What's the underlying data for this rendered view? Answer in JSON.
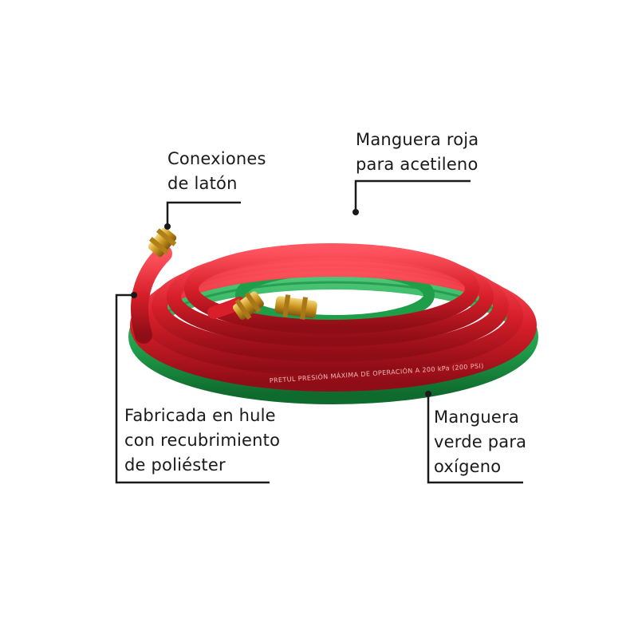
{
  "callouts": {
    "conexiones": [
      "Conexiones",
      "de latón"
    ],
    "roja": [
      "Manguera roja",
      "para acetileno"
    ],
    "fabricada": [
      "Fabricada en hule",
      "con recubrimiento",
      "de poliéster"
    ],
    "verde": [
      "Manguera",
      "verde para",
      "oxígeno"
    ]
  },
  "hose_print": "PRETUL PRESIÓN MÁXIMA DE OPERACIÓN A 200 kPa (200 PSI)",
  "colors": {
    "red_hose": "#d81f2a",
    "green_hose": "#1f9e4a",
    "brass": "#d4a52a",
    "leader_line": "#1a1a1a"
  }
}
